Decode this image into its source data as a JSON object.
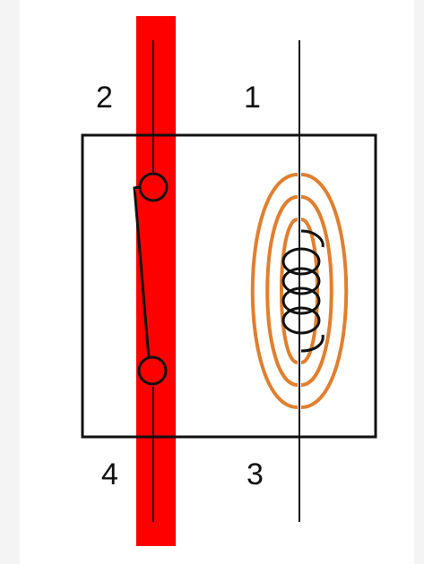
{
  "terminals": {
    "t1": "1",
    "t2": "2",
    "t3": "3",
    "t4": "4"
  },
  "colors": {
    "background": "#f4f4f4",
    "panel": "#ffffff",
    "contact_highlight": "#ff0000",
    "field_lines": "#e07f2f",
    "wire": "#111111"
  },
  "switch_state": "closed"
}
